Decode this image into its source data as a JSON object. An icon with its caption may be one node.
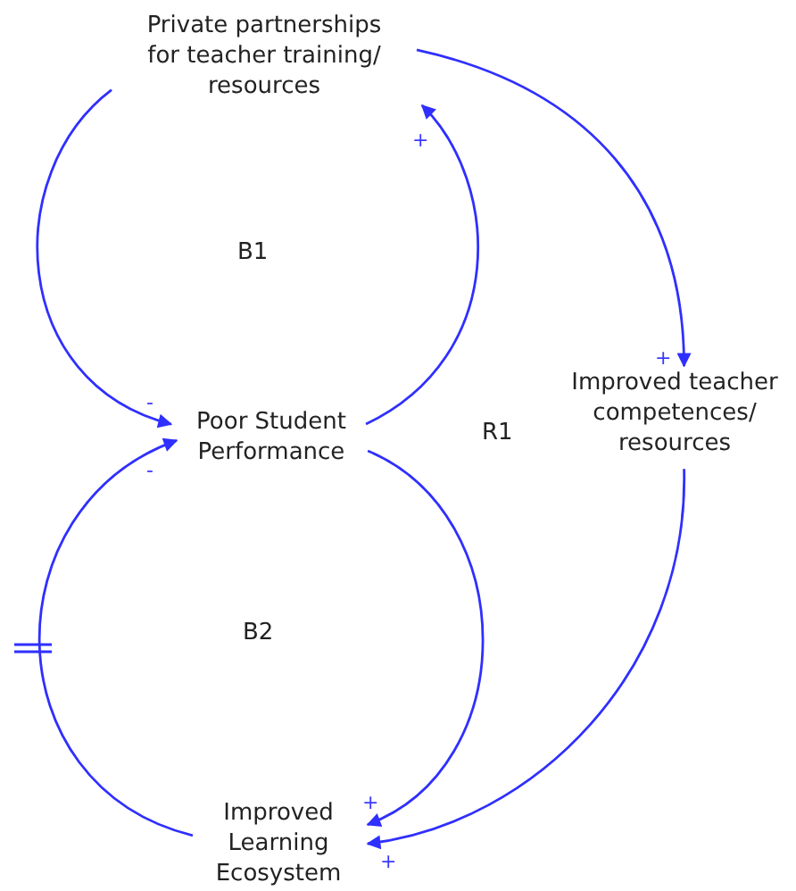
{
  "diagram": {
    "nodes": [
      {
        "text": [
          "Private partnerships for teacher training/ resources"
        ]
      },
      {
        "text": [
          "Poor Student Performance"
        ]
      },
      {
        "text": [
          "Improved teacher competences/ resources"
        ]
      },
      {
        "text": [
          "Improved Learning Ecosystem"
        ]
      }
    ],
    "edges": [
      {
        "from": 0,
        "to": 1,
        "arrow": "to",
        "label": "-"
      },
      {
        "from": 1,
        "to": 0,
        "arrow": "to",
        "label": "+"
      },
      {
        "from": 0,
        "to": 2,
        "arrow": "to",
        "label": "+"
      },
      {
        "from": 1,
        "to": 3,
        "arrow": "to",
        "label": "+"
      },
      {
        "from": 2,
        "to": 3,
        "arrow": "to",
        "label": "+"
      },
      {
        "from": 3,
        "to": 1,
        "arrow": "to",
        "label": "-"
      }
    ],
    "labels": [
      "B1",
      "R1",
      "B2"
    ]
  }
}
